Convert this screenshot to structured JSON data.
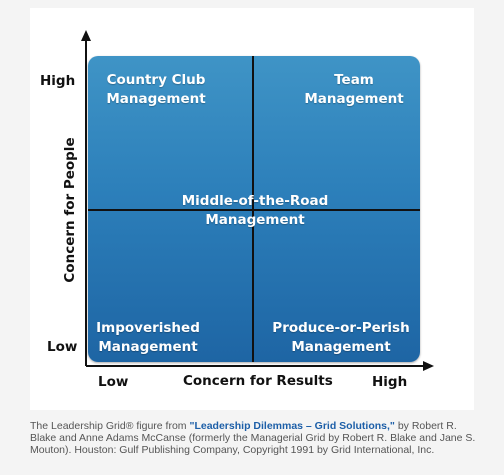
{
  "diagram": {
    "quadrants": {
      "top_left": [
        "Country Club",
        "Management"
      ],
      "top_right": [
        "Team",
        "Management"
      ],
      "center": [
        "Middle-of-the-Road",
        "Management"
      ],
      "bottom_left": [
        "Impoverished",
        "Management"
      ],
      "bottom_right": [
        "Produce-or-Perish",
        "Management"
      ]
    },
    "y_axis": {
      "title": "Concern for People",
      "high": "High",
      "low": "Low"
    },
    "x_axis": {
      "title": "Concern for Results",
      "low": "Low",
      "high": "High"
    },
    "colors": {
      "box_top": "#3f94c6",
      "box_bottom": "#1e65a4",
      "lines": "#111111"
    }
  },
  "caption": {
    "prefix": "The Leadership Grid® figure from ",
    "citation": "\"Leadership Dilemmas – Grid Solutions,\"",
    "suffix": " by Robert R. Blake and Anne Adams McCanse (formerly the Managerial Grid by Robert R. Blake and Jane S. Mouton). Houston: Gulf Publishing Company, Copyright 1991 by Grid International, Inc."
  }
}
